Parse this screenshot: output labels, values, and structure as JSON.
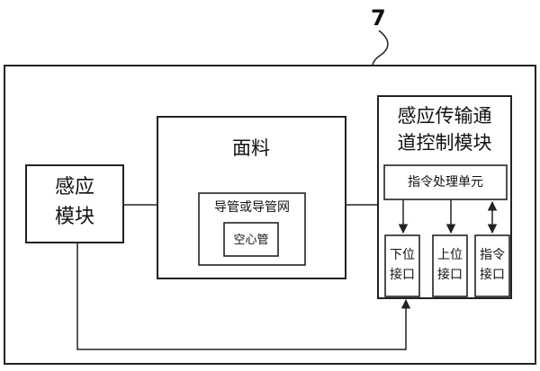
{
  "figure": {
    "reference_number": "7",
    "sensing_module": {
      "line1": "感应",
      "line2": "模块"
    },
    "fabric": {
      "label": "面料",
      "conduit": "导管或导管网",
      "hollow_tube": "空心管"
    },
    "control_module": {
      "line1": "感应传输通",
      "line2": "道控制模块",
      "instruction_unit": "指令处理单元",
      "interfaces": [
        {
          "line1": "下位",
          "line2": "接口"
        },
        {
          "line1": "上位",
          "line2": "接口"
        },
        {
          "line1": "指令",
          "line2": "接口"
        }
      ]
    }
  }
}
